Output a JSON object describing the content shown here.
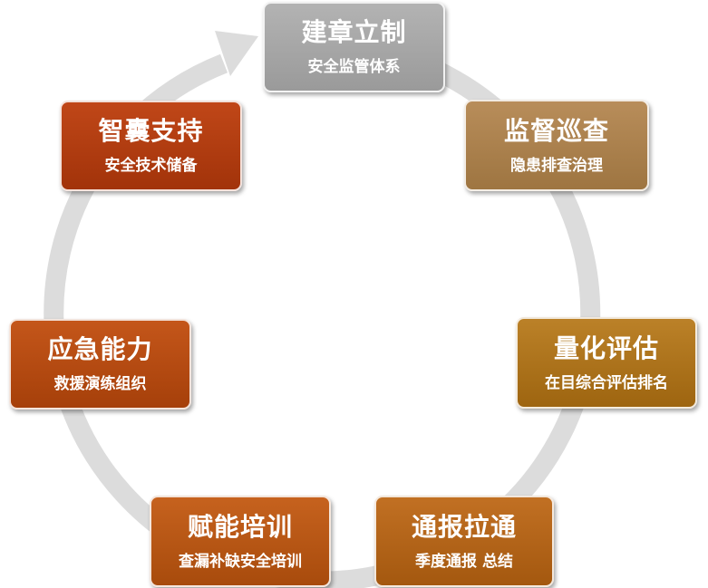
{
  "colors": {
    "ring": "#dcdcdc",
    "background": "#ffffff"
  },
  "nodes": [
    {
      "id": "box-top",
      "title": "建章立制",
      "subtitle": "安全监管体系",
      "color_top": "#b3b3b3",
      "color_bottom": "#9a9a9a"
    },
    {
      "id": "box-tr",
      "title": "监督巡查",
      "subtitle": "隐患排查治理",
      "color_top": "#b88d5a",
      "color_bottom": "#9e7541"
    },
    {
      "id": "box-r",
      "title": "量化评估",
      "subtitle": "在目综合评估排名",
      "color_top": "#bb8128",
      "color_bottom": "#9e6510"
    },
    {
      "id": "box-br",
      "title": "通报拉通",
      "subtitle": "季度通报 总结",
      "color_top": "#c17023",
      "color_bottom": "#a4580f"
    },
    {
      "id": "box-bl",
      "title": "赋能培训",
      "subtitle": "查漏补缺安全培训",
      "color_top": "#c6621e",
      "color_bottom": "#a84b0c"
    },
    {
      "id": "box-l",
      "title": "应急能力",
      "subtitle": "救援演练组织",
      "color_top": "#c4561a",
      "color_bottom": "#a6400a"
    },
    {
      "id": "box-tl",
      "title": "智囊支持",
      "subtitle": "安全技术储备",
      "color_top": "#c04718",
      "color_bottom": "#a2330a"
    }
  ]
}
